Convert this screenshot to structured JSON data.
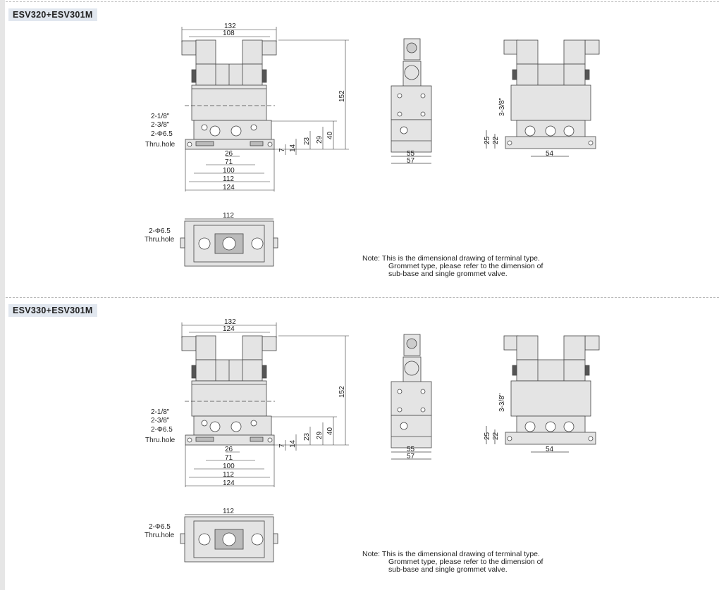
{
  "sections": [
    {
      "title": "ESV320+ESV301M",
      "front": {
        "d_overall": "132",
        "d_inner": "108",
        "d_height": "152",
        "lbl1": "2-1/8\"",
        "lbl2": "2-3/8\"",
        "lbl3": "2-Φ6.5",
        "lbl4": "Thru.hole",
        "v40": "40",
        "v29": "29",
        "v23": "23",
        "v14": "14",
        "v7": "7",
        "h26": "26",
        "h71": "71",
        "h100": "100",
        "h112": "112",
        "h124": "124"
      },
      "side": {
        "d55": "55",
        "d57": "57"
      },
      "rear": {
        "port": "3-3/8\"",
        "v25": "25",
        "v22": "22",
        "h54": "54"
      },
      "plan": {
        "d112": "112",
        "lbl1": "2-Φ6.5",
        "lbl2": "Thru.hole"
      },
      "note": [
        "Note: This is the dimensional drawing of terminal type.",
        "Grommet type, please refer to the dimension of",
        "sub-base and single grommet valve."
      ]
    },
    {
      "title": "ESV330+ESV301M",
      "front": {
        "d_overall": "132",
        "d_inner": "124",
        "d_height": "152",
        "lbl1": "2-1/8\"",
        "lbl2": "2-3/8\"",
        "lbl3": "2-Φ6.5",
        "lbl4": "Thru.hole",
        "v40": "40",
        "v29": "29",
        "v23": "23",
        "v14": "14",
        "v7": "7",
        "h26": "26",
        "h71": "71",
        "h100": "100",
        "h112": "112",
        "h124": "124"
      },
      "side": {
        "d55": "55",
        "d57": "57"
      },
      "rear": {
        "port": "3-3/8\"",
        "v25": "25",
        "v22": "22",
        "h54": "54"
      },
      "plan": {
        "d112": "112",
        "lbl1": "2-Φ6.5",
        "lbl2": "Thru.hole"
      },
      "note": [
        "Note: This is the dimensional drawing of terminal type.",
        "Grommet type, please refer to the dimension of",
        "sub-base and single grommet valve."
      ]
    }
  ]
}
